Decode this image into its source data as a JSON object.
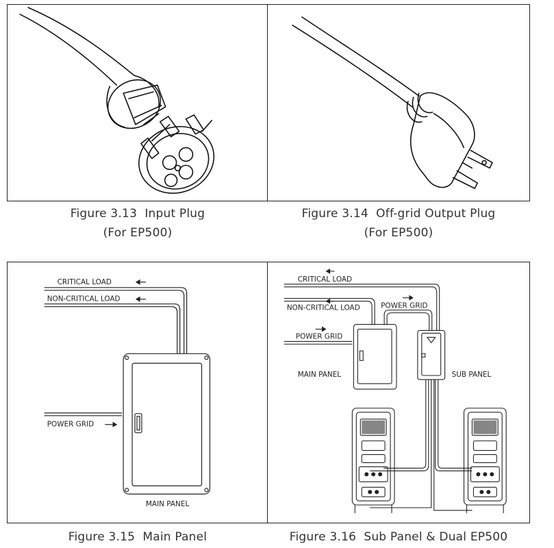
{
  "figures": [
    {
      "number": "Figure 3.13",
      "title": "Input Plug",
      "subtitle": "(For EP500)"
    },
    {
      "number": "Figure 3.14",
      "title": "Off-grid Output Plug",
      "subtitle": "(For EP500)"
    },
    {
      "number": "Figure 3.15",
      "title": "Main Panel"
    },
    {
      "number": "Figure 3.16",
      "title": "Sub Panel & Dual EP500"
    }
  ],
  "fig315_labels": {
    "critical_load": "CRITICAL LOAD",
    "non_critical_load": "NON-CRITICAL LOAD",
    "power_grid": "POWER GRID",
    "main_panel": "MAIN PANEL"
  },
  "fig316_labels": {
    "critical_load": "CRITICAL LOAD",
    "non_critical_load": "NON-CRITICAL LOAD",
    "power_grid_left": "POWER GRID",
    "power_grid_top": "POWER GRID",
    "main_panel": "MAIN PANEL",
    "sub_panel": "SUB PANEL"
  }
}
